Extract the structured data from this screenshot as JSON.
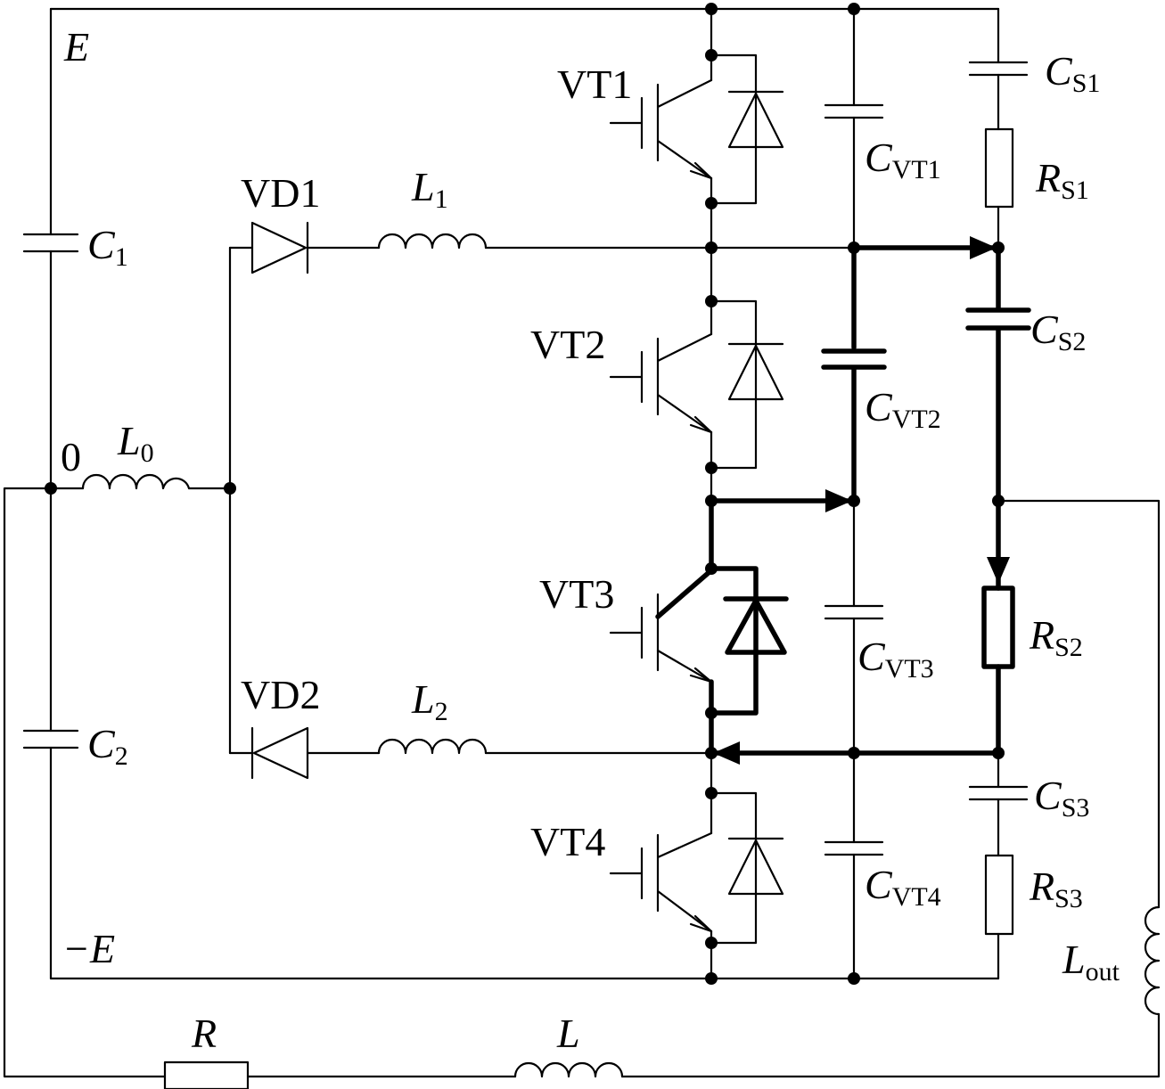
{
  "diagram": {
    "nodes": {
      "E": "E",
      "negE": "−E",
      "zero": "0"
    },
    "components": {
      "C1": {
        "main": "C",
        "sub": "1"
      },
      "C2": {
        "main": "C",
        "sub": "2"
      },
      "L0": {
        "main": "L",
        "sub": "0"
      },
      "L1": {
        "main": "L",
        "sub": "1"
      },
      "L2": {
        "main": "L",
        "sub": "2"
      },
      "VD1": "VD1",
      "VD2": "VD2",
      "VT1": "VT1",
      "VT2": "VT2",
      "VT3": "VT3",
      "VT4": "VT4",
      "CVT1": {
        "main": "C",
        "sub": "VT1"
      },
      "CVT2": {
        "main": "C",
        "sub": "VT2"
      },
      "CVT3": {
        "main": "C",
        "sub": "VT3"
      },
      "CVT4": {
        "main": "C",
        "sub": "VT4"
      },
      "CS1": {
        "main": "C",
        "sub": "S1"
      },
      "CS2": {
        "main": "C",
        "sub": "S2"
      },
      "CS3": {
        "main": "C",
        "sub": "S3"
      },
      "RS1": {
        "main": "R",
        "sub": "S1"
      },
      "RS2": {
        "main": "R",
        "sub": "S2"
      },
      "RS3": {
        "main": "R",
        "sub": "S3"
      },
      "Lout": {
        "main": "L",
        "sub": "out"
      },
      "R": "R",
      "L": "L"
    },
    "highlight": "current path through VT3 diode, C_VT2, C_S2, R_S2"
  }
}
